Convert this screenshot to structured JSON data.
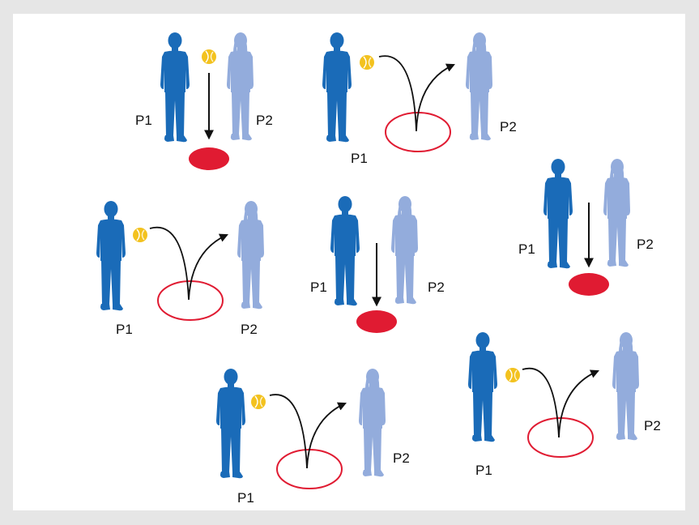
{
  "colors": {
    "player_one": "#1a6bb8",
    "player_two": "#93acdc",
    "ball": "#f3c21f",
    "target_filled": "#e01b32",
    "target_outline": "#e01b32",
    "arrow": "#111111",
    "frame": "#e6e6e6",
    "panel": "#ffffff"
  },
  "icons": {
    "player_one": "child-figure-icon",
    "player_two": "girl-figure-icon",
    "ball": "tennis-ball-icon",
    "arrow": "arrow-icon"
  },
  "scenes": [
    {
      "type": "drop",
      "label_p1": "P1",
      "label_p2": "P2"
    },
    {
      "type": "bounce-pass",
      "label_p1": "P1",
      "label_p2": "P2"
    },
    {
      "type": "bounce-pass",
      "label_p1": "P1",
      "label_p2": "P2"
    },
    {
      "type": "drop",
      "label_p1": "P1",
      "label_p2": "P2"
    },
    {
      "type": "drop",
      "label_p1": "P1",
      "label_p2": "P2"
    },
    {
      "type": "bounce-pass",
      "label_p1": "P1",
      "label_p2": "P2"
    },
    {
      "type": "bounce-pass",
      "label_p1": "P1",
      "label_p2": "P2"
    }
  ]
}
